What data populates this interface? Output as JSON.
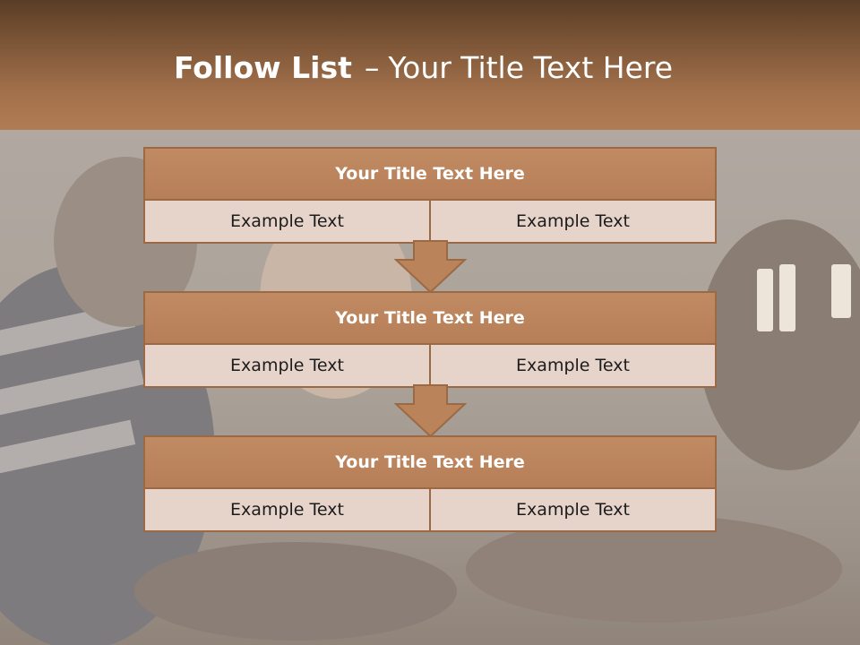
{
  "header": {
    "title_bold": "Follow List",
    "title_dash": "–",
    "title_rest": "Your Title Text Here"
  },
  "steps": [
    {
      "title": "Your Title Text Here",
      "left": "Example Text",
      "right": "Example Text"
    },
    {
      "title": "Your Title Text Here",
      "left": "Example Text",
      "right": "Example Text"
    },
    {
      "title": "Your Title Text Here",
      "left": "Example Text",
      "right": "Example Text"
    }
  ],
  "colors": {
    "header_dark": "#5a3d26",
    "header_light": "#b07c55",
    "box_title": "#bb8359",
    "box_border": "#9b6a45",
    "box_cell": "#e6d4ca"
  }
}
